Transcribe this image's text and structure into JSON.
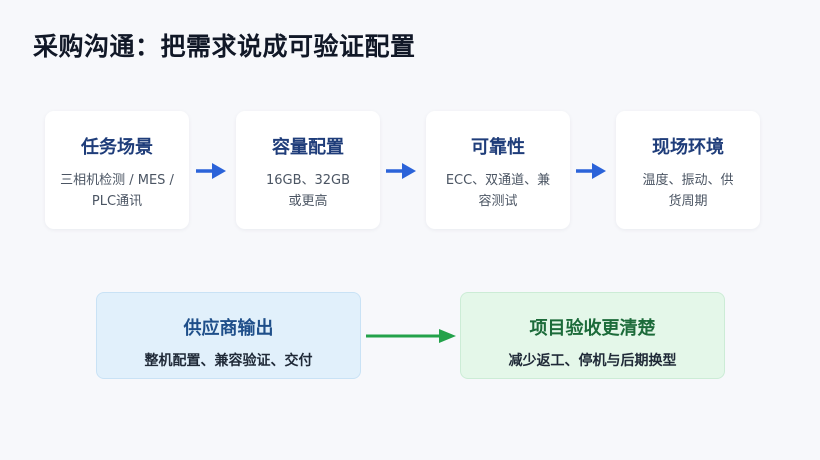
{
  "title": "采购沟通：把需求说成可验证配置",
  "cards": [
    {
      "title": "任务场景",
      "desc": "三相机检测 / MES / PLC通讯"
    },
    {
      "title": "容量配置",
      "desc": "16GB、32GB 或更高"
    },
    {
      "title": "可靠性",
      "desc": "ECC、双通道、兼容测试"
    },
    {
      "title": "现场环境",
      "desc": "温度、振动、供货周期"
    }
  ],
  "supplier": {
    "title": "供应商输出",
    "desc": "整机配置、兼容验证、交付"
  },
  "project": {
    "title": "项目验收更清楚",
    "desc": "减少返工、停机与后期换型"
  },
  "colors": {
    "card_title": "#1f3d7a",
    "flow_arrow": "#2b63d9",
    "result_arrow": "#23a24a",
    "supplier_bg": "#e1f0fb",
    "project_bg": "#e4f7e9"
  }
}
